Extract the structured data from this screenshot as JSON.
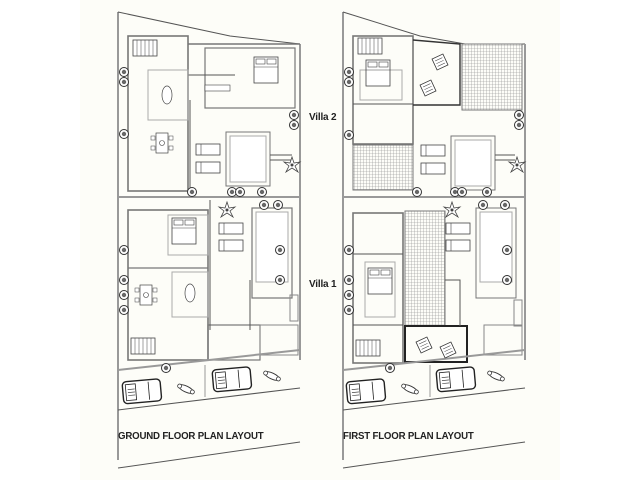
{
  "labels": {
    "villa_2": "Villa 2",
    "villa_1": "Villa 1",
    "ground_caption": "GROUND FLOOR PLAN LAYOUT",
    "first_caption": "FIRST FLOOR PLAN LAYOUT"
  },
  "plans": [
    {
      "id": "ground",
      "title": "GROUND FLOOR PLAN LAYOUT",
      "villas": [
        "Villa 2",
        "Villa 1"
      ]
    },
    {
      "id": "first",
      "title": "FIRST FLOOR PLAN LAYOUT",
      "villas": [
        "Villa 2",
        "Villa 1"
      ]
    }
  ],
  "colors": {
    "background": "#ffffff",
    "sheet": "#fdfdf8",
    "line": "#555555",
    "wall": "#9a9a9a",
    "text": "#222222"
  }
}
